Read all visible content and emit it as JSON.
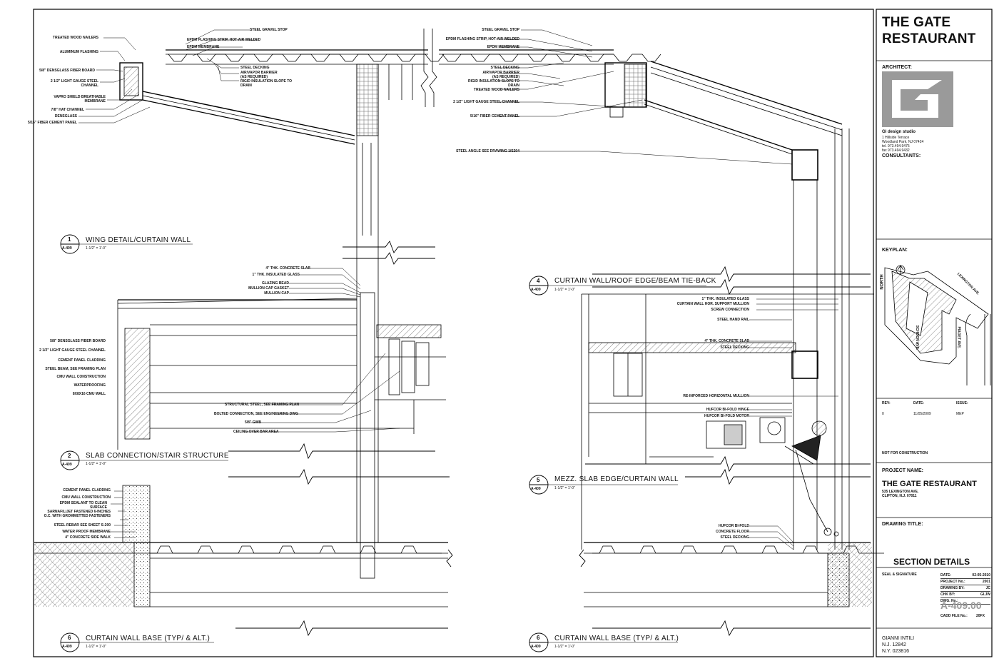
{
  "sheet": {
    "project_title": [
      "THE GATE",
      "RESTAURANT"
    ],
    "architect_label": "ARCHITECT:",
    "architect_name": "GI design studio",
    "architect_address": [
      "1 Hillside Terrace",
      "Woodland Park, NJ 07424",
      "tel. 973.494.9475",
      "fax 973.494.9432"
    ],
    "consultants_label": "CONSULTANTS:",
    "keyplan_label": "KEYPLAN:",
    "keyplan_streets": [
      "LEXINGTON AVE.",
      "SCHOON AVE.",
      "PIAGET AVE.",
      "NORTH"
    ],
    "rev_headers": [
      "REV:",
      "DATE:",
      "ISSUE:"
    ],
    "rev_row": [
      "0",
      "11/05/2009",
      "MEP"
    ],
    "not_for_construction": "NOT FOR CONSTRUCTION",
    "project_name_label": "PROJECT NAME:",
    "project_name": "THE GATE RESTAURANT",
    "project_address": [
      "535 LEXINGTON AVE.",
      "CLIFTON, N.J. 07011"
    ],
    "drawing_title_label": "DRAWING TITLE:",
    "drawing_title": "SECTION DETAILS",
    "seal_label": "SEAL & SIGNATURE",
    "stamp_rows": [
      {
        "k": "DATE:",
        "v": "02-05-2010"
      },
      {
        "k": "PROJECT No.:",
        "v": "2001"
      },
      {
        "k": "DRAWING BY:",
        "v": "JC"
      },
      {
        "k": "CHK BY:",
        "v": "GI.JW"
      },
      {
        "k": "DWG. No.:",
        "v": ""
      }
    ],
    "sheet_number": "A-409.00",
    "cadd_label": "CADD FILE No.:",
    "cadd_value": "20FX",
    "signer": [
      "GIANNI INTILI",
      "N.J. 12842",
      "N.Y. 023816"
    ]
  },
  "details": [
    {
      "num": "1",
      "ref": "A-409",
      "title": "WING DETAIL/CURTAIN WALL",
      "scale": "1-1/2\" = 1'-0\""
    },
    {
      "num": "2",
      "ref": "A-409",
      "title": "SLAB CONNECTION/STAIR STRUCTURE",
      "scale": "1-1/2\" = 1'-0\""
    },
    {
      "num": "6",
      "ref": "A-409",
      "title": "CURTAIN WALL BASE (TYP/ & ALT.)",
      "scale": "1-1/2\" = 1'-0\""
    },
    {
      "num": "4",
      "ref": "A-409",
      "title": "CURTAIN WALL/ROOF EDGE/BEAM TIE-BACK",
      "scale": "1-1/2\" = 1'-0\""
    },
    {
      "num": "5",
      "ref": "A-409",
      "title": "MEZZ. SLAB EDGE/CURTAIN WALL",
      "scale": "1-1/2\" = 1'-0\""
    },
    {
      "num": "6",
      "ref": "A-409",
      "title": "CURTAIN WALL BASE (TYP/ & ALT.)",
      "scale": "1-1/2\" = 1'-0\""
    }
  ],
  "notes": {
    "wing_left": [
      "TREATED WOOD NAILERS",
      "ALUMINUM FLASHING",
      "5/8\" DENSGLASS FIBER BOARD",
      "2 1/2\" LIGHT GAUGE STEEL CHANNEL",
      "VAPRO SHIELD BREATHABLE MEMBRANE",
      "7/8\" HAT CHANNEL",
      "DENSGLASS",
      "5/16\" FIBER CEMENT PANEL"
    ],
    "wing_mid": [
      "STEEL GRAVEL STOP",
      "EPDM FLASHING STRIP, HOT-AIR WELDED",
      "EPDM MEMBRANE",
      "STEEL DECKING",
      "AIR/VAPOR BARRIER (AS REQUIRED)",
      "RIGID INSULATION SLOPE TO DRAIN"
    ],
    "roof_mid": [
      "STEEL GRAVEL STOP",
      "EPDM FLASHING STRIP, HOT-AIR WELDED",
      "EPDM MEMBRANE",
      "STEEL DECKING",
      "AIR/VAPOR BARRIER (AS REQUIRED)",
      "RIGID INSULATION SLOPE TO DRAIN",
      "TREATED WOOD NAILERS",
      "2 1/2\" LIGHT GAUGE STEEL CHANNEL",
      "5/16\" FIBER CEMENT PANEL",
      "STEEL ANGLE SEE DRAWING 1/S204"
    ],
    "slab_top": [
      "4\" THK. CONCRETE SLAB",
      "1\" THK. INSULATED GLASS",
      "GLAZING BEAD",
      "MULLION CAP GASKET",
      "MULLION CAP"
    ],
    "slab_left": [
      "5/8\" DENSGLASS FIBER BOARD",
      "2 1/2\" LIGHT GAUGE STEEL CHANNEL",
      "CEMENT PANEL CLADDING",
      "STEEL BEAM, SEE FRAMING PLAN",
      "CMU WALL CONSTRUCTION",
      "WATERPROOFING",
      "8X8X16 CMU WALL"
    ],
    "slab_right": [
      "STRUCTURAL STEEL, SEE FRAMING PLAN",
      "BOLTED CONNECTION, SEE ENGINEERING DWG",
      "5/8\" GWB",
      "CEILING OVER BAR AREA"
    ],
    "base_left": [
      "CEMENT PANEL CLADDING",
      "CMU WALL CONSTRUCTION",
      "EPDM SEALANT TO CLEAN SURFACE",
      "SARNAFIL/JET FASTENED 6-INCHES O.C. WITH GROMMETTED FASTENERS",
      "STEEL REBAR SEE SHEET S-200",
      "WATER PROOF MEMBRANE",
      "4\" CONCRETE SIDE WALK"
    ],
    "tieback": [
      "1\" THK. INSULATED GLASS",
      "CURTAIN WALL HOR. SUPPORT MULLION",
      "SCREW CONNECTION",
      "STEEL HAND RAIL",
      "4\" THK. CONCRETE SLAB",
      "STEEL DECKING"
    ],
    "mezz": [
      "RE-INFORCED HORIZONTAL MULLION",
      "HUFCOR BI-FOLD HINGE",
      "HUFCOR BI-FOLD MOTOR"
    ],
    "base_right": [
      "HUFCOR BI-FOLD",
      "CONCRETE FLOOR",
      "STEEL DECKING"
    ]
  }
}
